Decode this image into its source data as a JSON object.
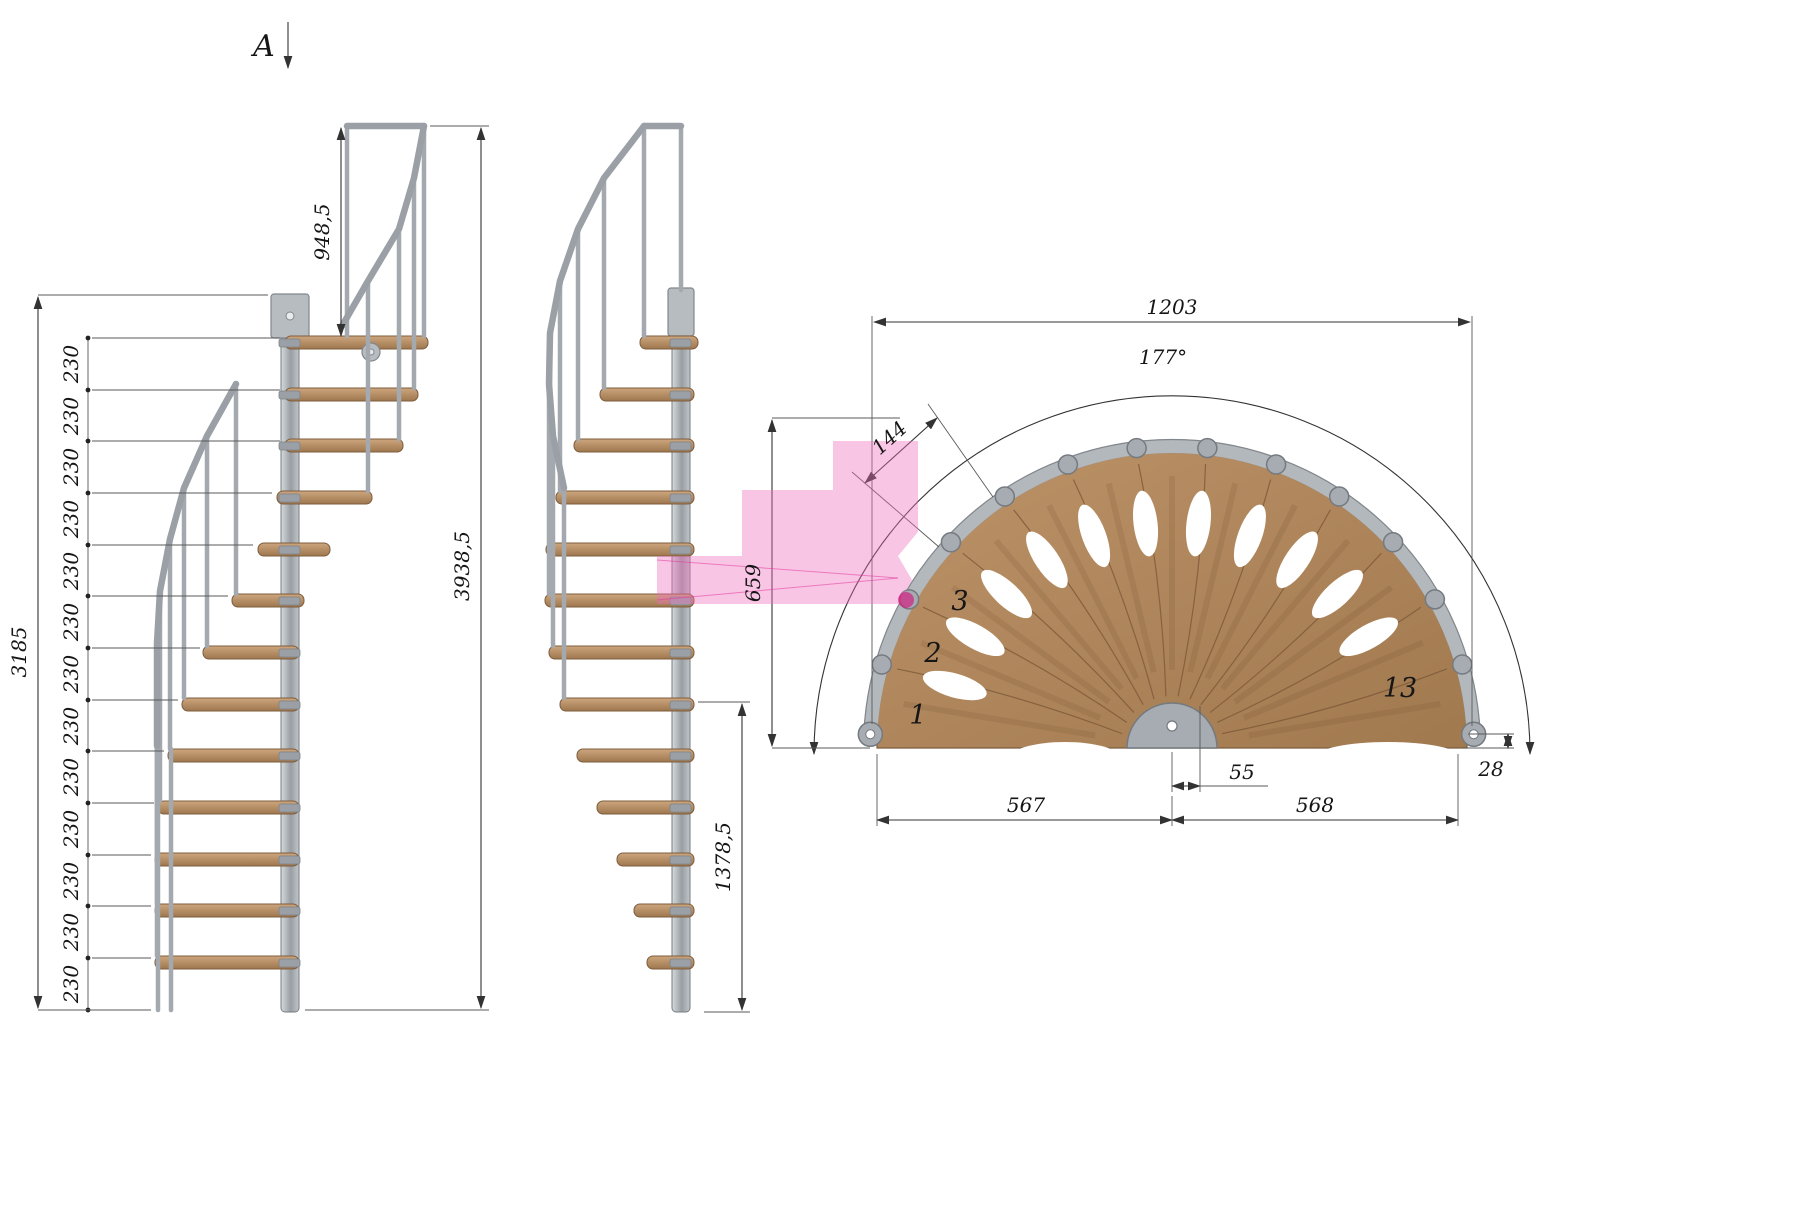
{
  "title": "Spiral staircase technical drawing",
  "section_marker": "A",
  "colors": {
    "background": "#ffffff",
    "wood": "#b58a5f",
    "metal": "#a6acb1",
    "highlight_pink": "#f06ebe",
    "line": "#3c3c3c"
  },
  "dimensions": {
    "left_view": {
      "overall_height": "3938,5",
      "stair_height": "3185",
      "railing_height": "948,5",
      "step_rise": "230"
    },
    "middle_view": {
      "lower_section_height": "1378,5"
    },
    "plan_view": {
      "overall_width": "1203",
      "rotation_angle": "177°",
      "tread_outer_width": "144",
      "overall_depth": "659",
      "center_offset": "55",
      "edge_rise": "28",
      "left_span": "567",
      "right_span": "568"
    }
  },
  "steps": {
    "first": "1",
    "second": "2",
    "third": "3",
    "last": "13"
  }
}
